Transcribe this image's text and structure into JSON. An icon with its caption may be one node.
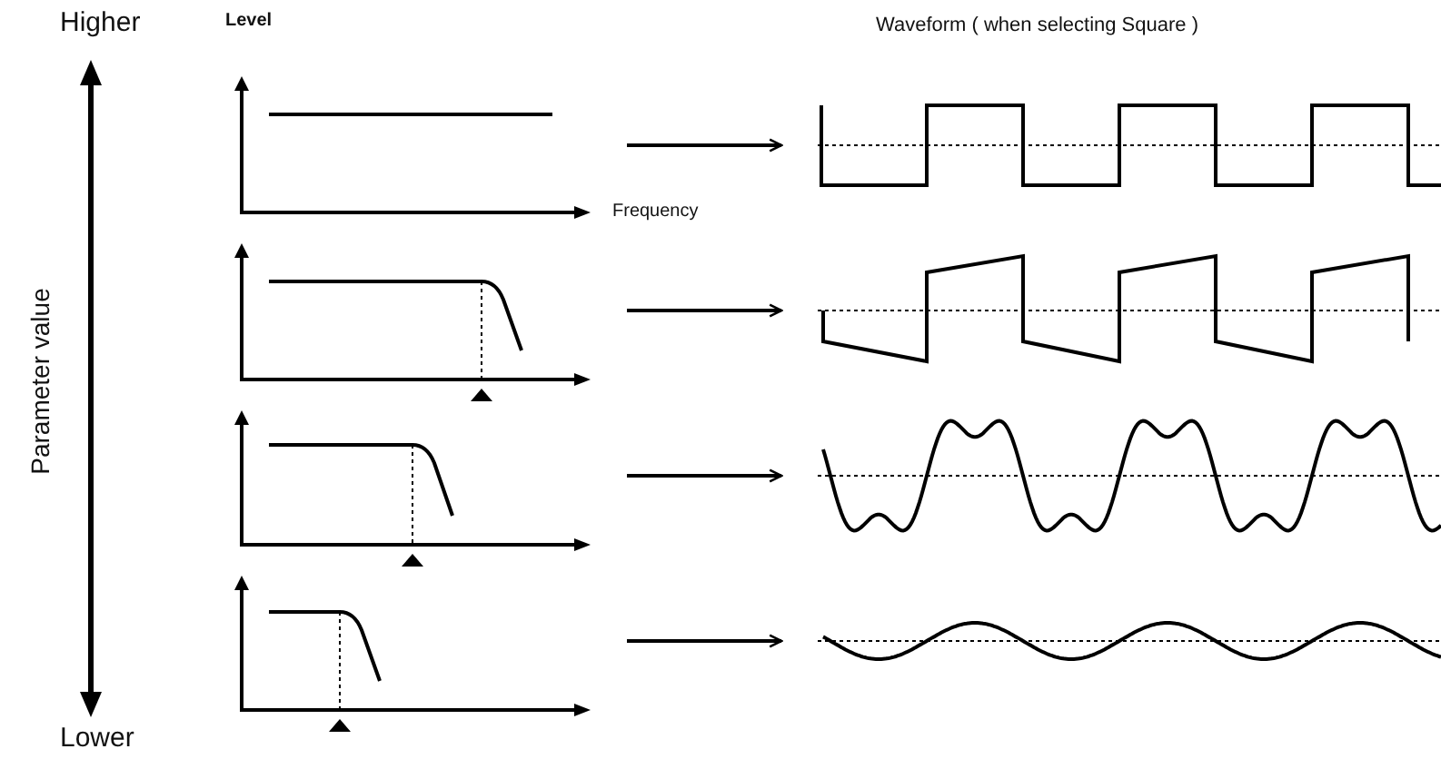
{
  "diagram": {
    "nodes": [
      {
        "text": [],
        "shape": "picture"
      },
      {
        "text": [],
        "shape": "picture"
      },
      {
        "text": [],
        "shape": "picture"
      },
      {
        "text": [],
        "shape": "picture"
      },
      {
        "text": [],
        "shape": "picture"
      },
      {
        "text": [],
        "shape": "picture"
      },
      {
        "text": [],
        "shape": "picture"
      },
      {
        "text": [],
        "shape": "picture"
      }
    ],
    "edges": [
      {
        "from": 0,
        "to": 4,
        "arrow": "to"
      },
      {
        "from": 1,
        "to": 5,
        "arrow": "to"
      },
      {
        "from": 2,
        "to": 6,
        "arrow": "to"
      },
      {
        "from": 3,
        "to": 7,
        "arrow": "to"
      }
    ],
    "labels": [
      "Higher",
      "Level",
      "Waveform ( when selecting Square )",
      "Frequency",
      "Parameter value",
      "Lower"
    ]
  }
}
